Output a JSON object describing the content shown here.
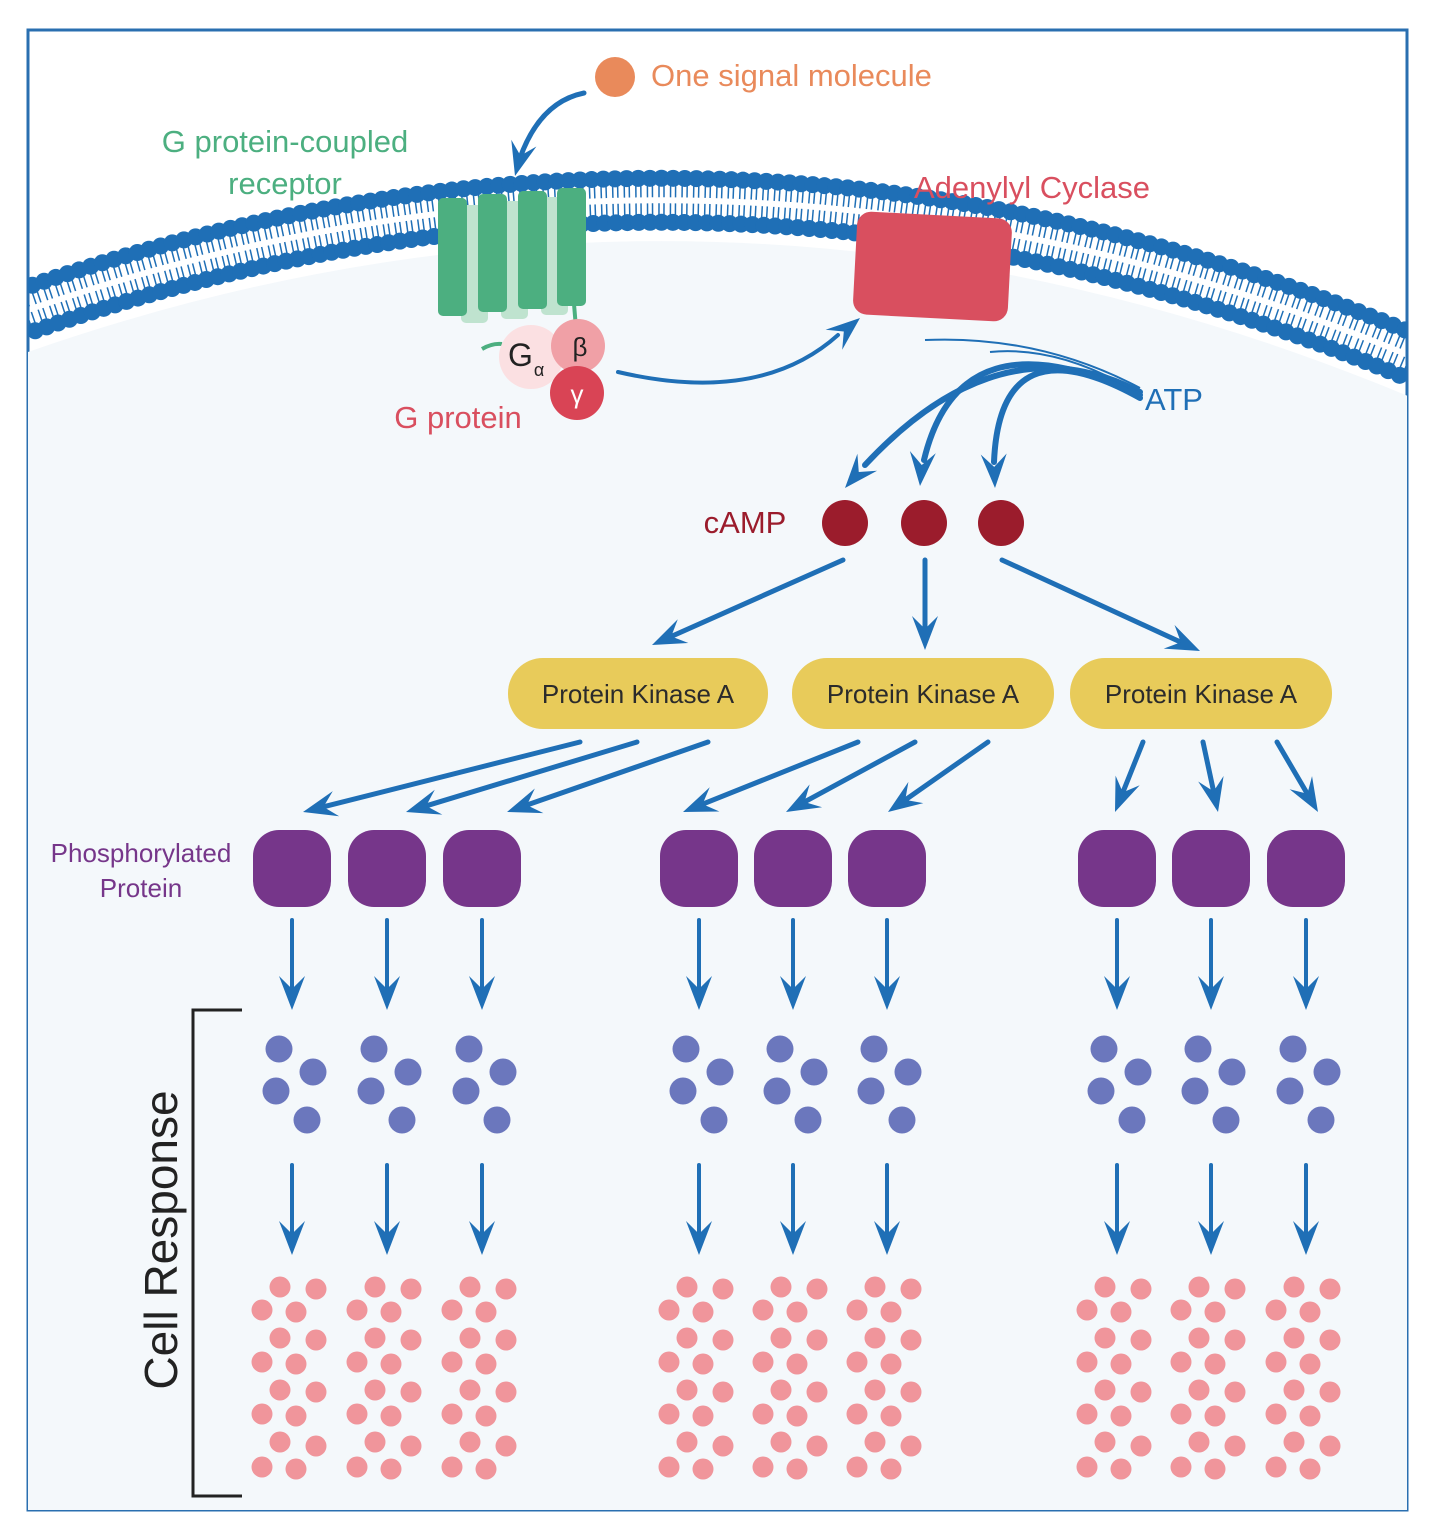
{
  "labels": {
    "signal_molecule": "One signal molecule",
    "receptor_line1": "G protein-coupled",
    "receptor_line2": "receptor",
    "adenylyl_cyclase": "Adenylyl Cyclase",
    "g_protein": "G protein",
    "g_alpha_main": "G",
    "g_alpha_sub": "α",
    "g_beta": "β",
    "g_gamma": "γ",
    "atp": "ATP",
    "camp": "cAMP",
    "pka": [
      "Protein Kinase A",
      "Protein Kinase A",
      "Protein Kinase A"
    ],
    "phospho_line1": "Phosphorylated",
    "phospho_line2": "Protein",
    "cell_response": "Cell Response"
  },
  "colors": {
    "frame": "#2a6fb0",
    "cell_interior": "#f4f8fb",
    "membrane_head": "#1f6fb6",
    "arrow": "#1f6fb6",
    "signal": "#e98a5b",
    "receptor": "#4caf80",
    "adenylyl_cyclase": "#d94f5f",
    "g_protein_label": "#d94f5f",
    "camp": "#9b1c2c",
    "pka_fill": "#e8cb5a",
    "phospho_protein": "#76368a",
    "blue_dots": "#6b77bd",
    "pink_dots": "#f0959b",
    "bracket": "#222222"
  }
}
